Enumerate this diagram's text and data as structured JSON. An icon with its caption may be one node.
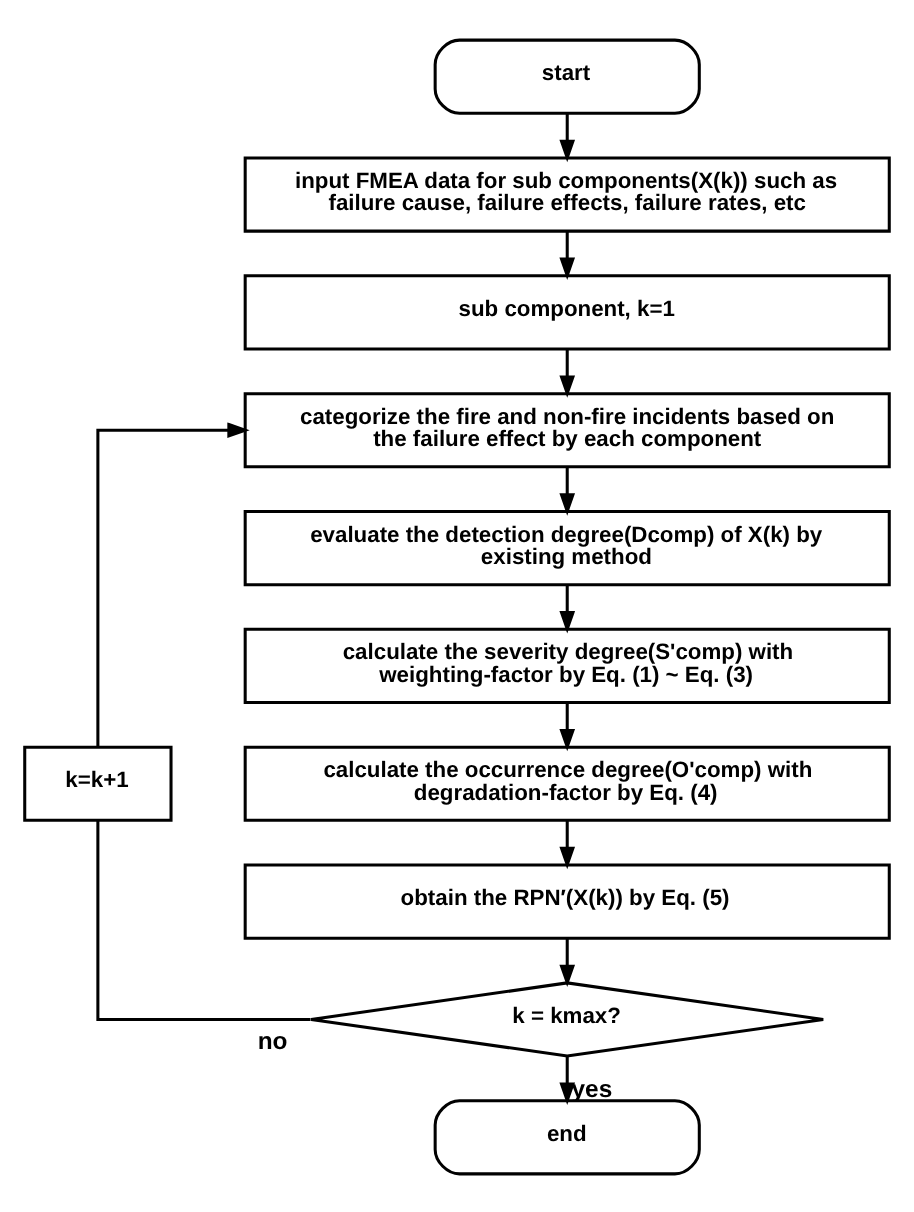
{
  "diagram": {
    "nodes": [
      {
        "text": [
          "start"
        ]
      },
      {
        "text": [
          "input FMEA data for sub components(X(k)) such as failure cause, failure effects, failure rates, etc"
        ]
      },
      {
        "text": [
          "sub component, k=1"
        ]
      },
      {
        "text": [
          "categorize the fire and non-fire incidents based on the failure effect by each component"
        ]
      },
      {
        "text": [
          "evaluate the detection degree(Dcomp) of X(k) by existing method"
        ]
      },
      {
        "text": [
          "calculate the severity degree(S'comp) with weighting-factor by Eq. (1) ~ Eq. (3)"
        ]
      },
      {
        "text": [
          "calculate the occurrence degree(O'comp) with degradation-factor by Eq. (4)"
        ]
      },
      {
        "text": [
          "obtain the RPN′(X(k)) by Eq. (5)"
        ]
      },
      {
        "text": [
          "k = kmax?"
        ]
      },
      {
        "text": [
          "end"
        ]
      },
      {
        "text": [
          "k=k+1"
        ]
      }
    ],
    "edges": [
      {
        "from": 0,
        "to": 1,
        "arrow": "to"
      },
      {
        "from": 1,
        "to": 2,
        "arrow": "to"
      },
      {
        "from": 2,
        "to": 3,
        "arrow": "to"
      },
      {
        "from": 3,
        "to": 4,
        "arrow": "to"
      },
      {
        "from": 4,
        "to": 5,
        "arrow": "to"
      },
      {
        "from": 5,
        "to": 6,
        "arrow": "to"
      },
      {
        "from": 6,
        "to": 7,
        "arrow": "to"
      },
      {
        "from": 7,
        "to": 8,
        "arrow": "to"
      },
      {
        "from": 8,
        "to": 10,
        "arrow": "none",
        "label": "no"
      },
      {
        "from": 10,
        "to": 3,
        "arrow": "to"
      },
      {
        "from": 8,
        "to": 9,
        "arrow": "to",
        "label": "yes"
      }
    ]
  }
}
